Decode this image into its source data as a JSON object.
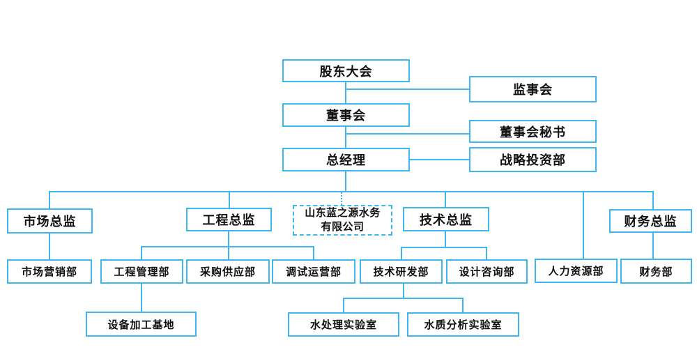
{
  "colors": {
    "line_blue": "#3db7ec",
    "text": "#111111",
    "background": "#ffffff"
  },
  "org": {
    "governance": {
      "shareholders_meeting": "股东大会",
      "supervisory_board": "监事会",
      "board_of_directors": "董事会",
      "board_secretary": "董事会秘书",
      "general_manager": "总经理",
      "strategic_investment_dept": "战略投资部"
    },
    "company": {
      "line1": "山东蓝之源水务",
      "line2": "有限公司"
    },
    "directors": {
      "marketing_director": "市场总监",
      "engineering_director": "工程总监",
      "technology_director": "技术总监",
      "finance_director": "财务总监"
    },
    "departments": {
      "marketing_dept": "市场营销部",
      "engineering_management_dept": "工程管理部",
      "procurement_supply_dept": "采购供应部",
      "commissioning_operation_dept": "调试运营部",
      "technology_rnd_dept": "技术研发部",
      "design_consulting_dept": "设计咨询部",
      "human_resources_dept": "人力资源部",
      "finance_dept": "财务部"
    },
    "sub_units": {
      "equipment_processing_base": "设备加工基地",
      "water_treatment_lab": "水处理实验室",
      "water_quality_analysis_lab": "水质分析实验室"
    }
  }
}
